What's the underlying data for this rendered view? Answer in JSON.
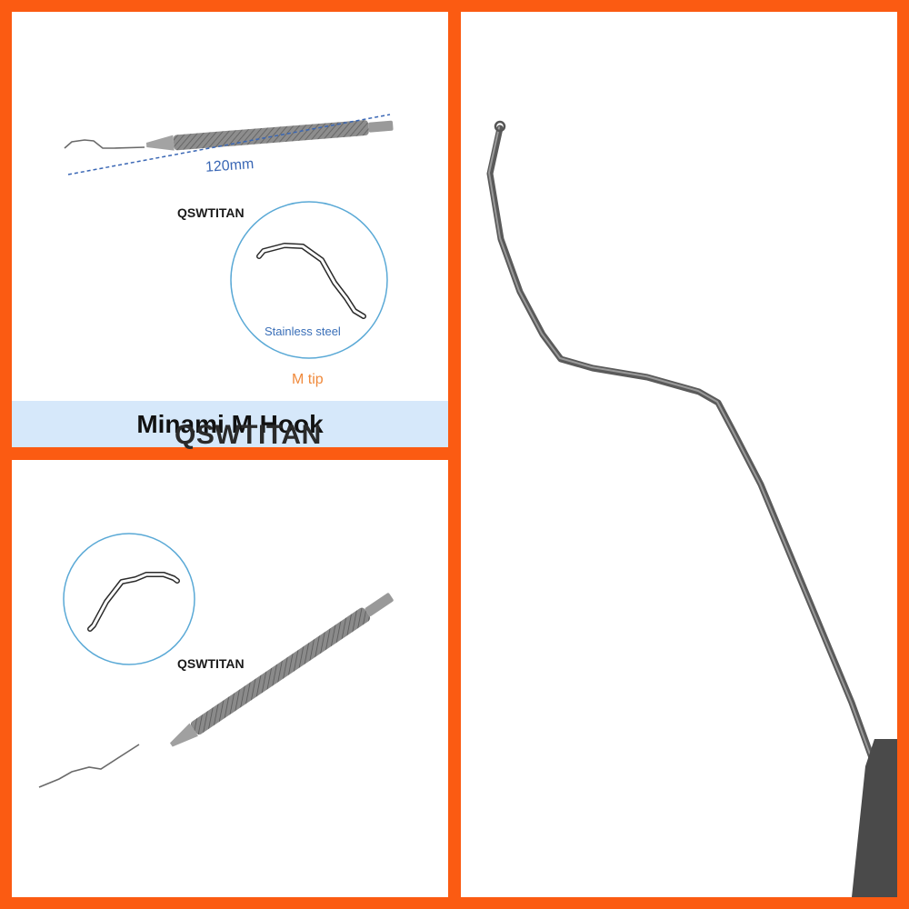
{
  "watermark": "QSWTITAN",
  "top_left": {
    "measurement": "120mm",
    "circle_label": "Stainless steel",
    "tip_label": "M tip",
    "title": "Minami M Hook"
  },
  "colors": {
    "frame": "#fb5b12",
    "title_bar": "#d6e8fa",
    "measure_blue": "#3a67b5",
    "circle_blue": "#5aa9d6",
    "tip_orange": "#f08a3c"
  },
  "icons": [
    "hook-instrument-image",
    "hook-tip-detail-icon"
  ]
}
